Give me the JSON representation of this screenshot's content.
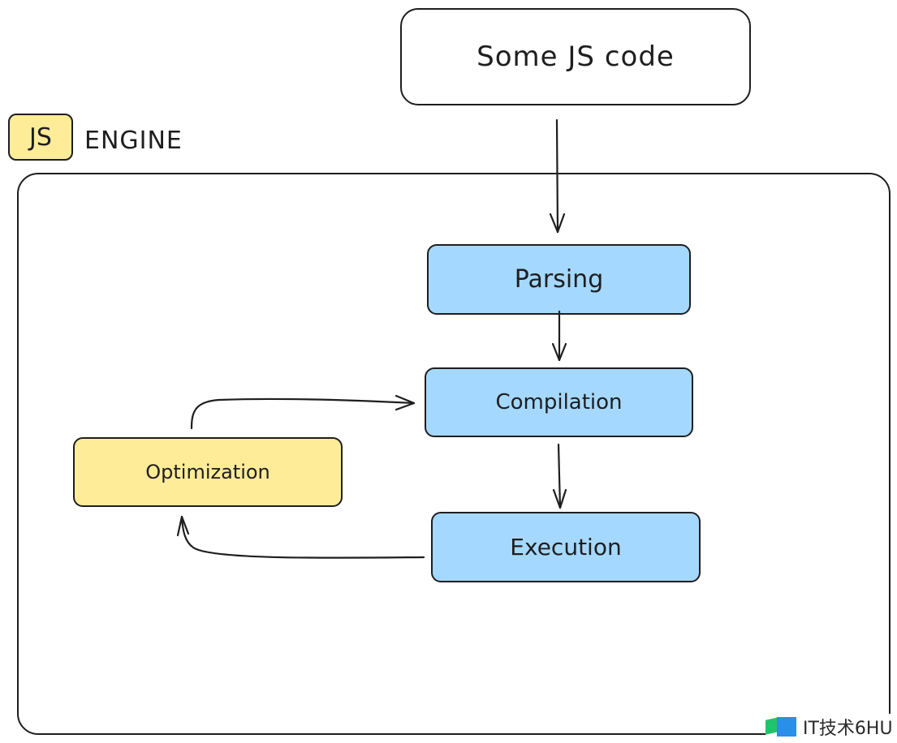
{
  "source_box": {
    "label": "Some JS code"
  },
  "engine": {
    "badge": "JS",
    "label": "ENGINE"
  },
  "stages": {
    "parsing": "Parsing",
    "compilation": "Compilation",
    "execution": "Execution",
    "optimization": "Optimization"
  },
  "colors": {
    "blue_stage": "#a5d8ff",
    "yellow_stage": "#ffec99",
    "stroke": "#1e1e1e"
  },
  "watermark": {
    "text": "IT技术6HU"
  }
}
